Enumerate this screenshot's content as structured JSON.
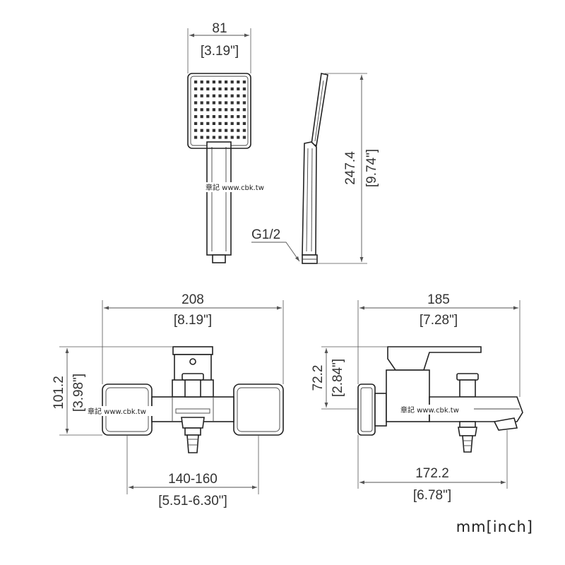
{
  "dimensions": {
    "handshower_width_mm": "81",
    "handshower_width_in": "[3.19\"]",
    "handshower_length_mm": "247.4",
    "handshower_length_in": "[9.74\"]",
    "connection_thread": "G1/2",
    "front_width_mm": "208",
    "front_width_in": "[8.19\"]",
    "front_height_mm": "101.2",
    "front_height_in": "[3.98\"]",
    "center_distance_mm": "140-160",
    "center_distance_in": "[5.51-6.30\"]",
    "side_depth_mm": "185",
    "side_depth_in": "[7.28\"]",
    "side_height_mm": "72.2",
    "side_height_in": "[2.84\"]",
    "spout_projection_mm": "172.2",
    "spout_projection_in": "[6.78\"]"
  },
  "watermark": "章記 www.cbk.tw",
  "units_label": "mm[inch]"
}
